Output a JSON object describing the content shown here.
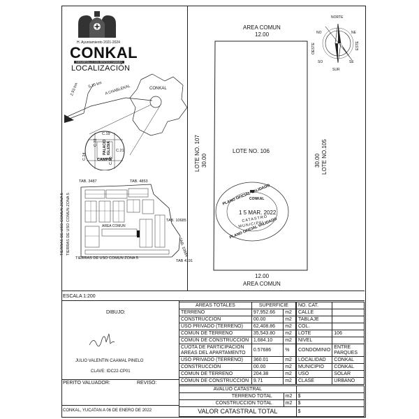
{
  "header": {
    "ayuntamiento": "H. Ayuntamiento 2021-2024",
    "municipio_logo": "CONKAL",
    "municipio_tagline": "DESARROLLO CON SENTIDO HUMANO",
    "section_title": "LOCALIZACIÓN"
  },
  "location_map": {
    "distance_1": "5.10 km",
    "distance_2": "2.93 km",
    "road": "A CHABLEKAL",
    "town": "CONKAL",
    "streets": [
      "C.19",
      "C.21",
      "C.22",
      "C.24",
      "C.20"
    ],
    "buildings": [
      "IGLESIA",
      "PALACIO",
      "CAMPO"
    ]
  },
  "compass": {
    "north": "NORTE",
    "south": "SUR",
    "east": "ESTE",
    "west": "OESTE",
    "ne": "NE",
    "se": "SE",
    "sw": "SO",
    "nw": "NO"
  },
  "site_map": {
    "tab_top_left": "TAB. 3487",
    "tab_top_mid": "TAB. 4853",
    "tab_right": "TAB. 10685",
    "tab_right2": "TAB. 10684",
    "tab_bottom": "TAB 4191",
    "common_area": "AREA COMUN",
    "tierras_left_1": "TIERRAS DE USO COMUN ZONA 5",
    "tierras_left_2": "TIERRAS DE USO COMUN ZONA 5",
    "tierras_bottom": "TIERRAS DE USO COMUN ZONA 5"
  },
  "plan": {
    "top_label": "AREA COMUN",
    "top_dim": "12.00",
    "bottom_dim": "12.00",
    "bottom_label": "AREA COMUN",
    "left_lot": "LOTE NO. 107",
    "left_dim": "30.00",
    "right_lot": "LOTE NO.105",
    "right_dim": "30.00",
    "lot_label": "LOTE NO. 106",
    "stamp_top": "PLANO OFICIAL VALIDADO",
    "stamp_logo": "CONKAL",
    "stamp_date": "1 5 MAR. 2022",
    "stamp_line1": "CATASTRO",
    "stamp_line2": "MUNICIPAL",
    "stamp_bottom": "PLANO OFICIAL VALIDADO"
  },
  "escala": "ESCALA  1:200",
  "left_block": {
    "dibujo": "DIBUJO:",
    "name": "JULIO VALENTIN CAAMAL PINELO",
    "clave": "CLAVE: IDC22-CP01",
    "perito": "PERITO VALUADOR:",
    "reviso": "REVISÓ:",
    "footer": "CONKAL, YUCATAN  A  06  DE ENERO DE 2022"
  },
  "areas_table": {
    "h_label": "AREAS TOTALES",
    "h_value": "SUPERFICIE",
    "rows": [
      {
        "label": "TERRENO",
        "value": "97,952.66",
        "unit": "m2"
      },
      {
        "label": "CONSTRUCCION",
        "value": "00.00",
        "unit": "m2"
      },
      {
        "label": "USO PRIVADO (TERRENO)",
        "value": "62,408.86",
        "unit": "m2"
      },
      {
        "label": "COMUN DE TERRENO",
        "value": "35,543.80",
        "unit": "m2"
      },
      {
        "label": "COMUN DE CONSTRUCCION",
        "value": "1,684.10",
        "unit": "m2"
      },
      {
        "label": "CUOTA DE PARTICIPACIÓN AREAS DEL APARTAMENTO",
        "value": "0.57686",
        "unit": "%"
      },
      {
        "label": "USO PRIVADO (TERRENO)",
        "value": "360.01",
        "unit": "m2"
      },
      {
        "label": "CONSTRUCCION",
        "value": "00.00",
        "unit": "m2"
      },
      {
        "label": "COMUN DE TERRENO",
        "value": "204.38",
        "unit": "m2"
      },
      {
        "label": "COMUN DE CONSTRUCCION",
        "value": "9.71",
        "unit": "m2"
      }
    ],
    "avaluo_title": "AVALUO CATASTRAL",
    "terreno_total": "TERRENO TOTAL",
    "construccion_total": "CONSTRUCCION TOTAL",
    "valor_total": "VALOR CATASTRAL TOTAL",
    "m2": "m2",
    "currency": "$"
  },
  "info_table": {
    "rows": [
      {
        "label": "NO. CAT.",
        "value": ""
      },
      {
        "label": "CALLE",
        "value": ""
      },
      {
        "label": "TABLAJE",
        "value": ""
      },
      {
        "label": "COL.",
        "value": ""
      },
      {
        "label": "LOTE",
        "value": "106"
      },
      {
        "label": "NIVEL",
        "value": ""
      },
      {
        "label": "CONDOMINIO",
        "value": "ENTRE PARQUES"
      },
      {
        "label": "LOCALIDAD",
        "value": "CONKAL"
      },
      {
        "label": "MUNICIPIO",
        "value": "CONKAL"
      },
      {
        "label": "USO",
        "value": "SOLAR"
      },
      {
        "label": "CLASE",
        "value": "URBANO"
      }
    ]
  }
}
